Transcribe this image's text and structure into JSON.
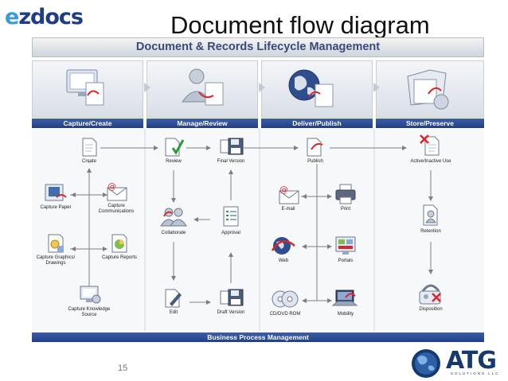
{
  "header": {
    "logo_e": "e",
    "logo_rest": "zdocs",
    "title": "Document flow diagram"
  },
  "diagram": {
    "banner": "Document & Records Lifecycle Management",
    "stages": [
      {
        "label": "Capture/Create"
      },
      {
        "label": "Manage/Review"
      },
      {
        "label": "Deliver/Publish"
      },
      {
        "label": "Store/Preserve"
      }
    ],
    "nodes": {
      "create": "Create",
      "capture_paper": "Capture Paper",
      "capture_communications": "Capture Communications",
      "capture_graphics": "Capture Graphics/ Drawings",
      "capture_reports": "Capture Reports",
      "capture_knowledge": "Capture Knowledge Source",
      "review": "Review",
      "final_version": "Final Version",
      "collaborate": "Collaborate",
      "approval": "Approval",
      "edit": "Edit",
      "draft_version": "Draft Version",
      "publish": "Publish",
      "email": "E-mail",
      "print": "Print",
      "web": "Web",
      "portals": "Portals",
      "cd_dvd": "CD/DVD ROM",
      "mobility": "Mobility",
      "active_inactive": "Active/Inactive Use",
      "retention": "Retention",
      "disposition": "Disposition"
    },
    "footer_bar": "Business Process Management"
  },
  "footer": {
    "page_number": "15",
    "brand": "ATG",
    "brand_sub": "SOLUTIONS LLC"
  },
  "colors": {
    "stage_bar": "#2b4a93",
    "arrow": "#7f7f7f",
    "accent_red": "#d9262c",
    "logo_blue": "#1f3c86"
  }
}
